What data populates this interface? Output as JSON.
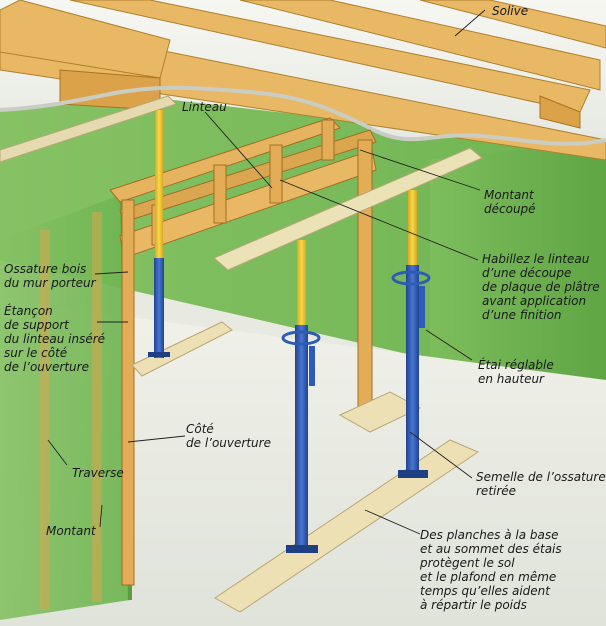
{
  "labels": {
    "solive": "Solive",
    "linteau": "Linteau",
    "montant_decoupe": "Montant\ndécoupé",
    "habillez": "Habillez le linteau\nd’une découpe\nde plaque de plâtre\navant application\nd’une finition",
    "ossature": "Ossature bois\ndu mur porteur",
    "etancon": "Étançon\nde support\ndu linteau inséré\nsur le côté\nde l’ouverture",
    "etai": "Étai réglable\nen hauteur",
    "cote": "Côté\nde l’ouverture",
    "traverse": "Traverse",
    "semelle": "Semelle de l’ossature\nretirée",
    "montant": "Montant",
    "planches": "Des planches à la base\net au sommet des étais\nprotègent le sol\net le plafond en même\ntemps qu’elles aident\nà répartir le poids"
  },
  "colors": {
    "wall_green": "#7fbf5e",
    "wood": "#e3b15a",
    "prop_blue": "#2e5bb5",
    "prop_yellow": "#f2cf3a",
    "board": "#e9dcb0"
  }
}
